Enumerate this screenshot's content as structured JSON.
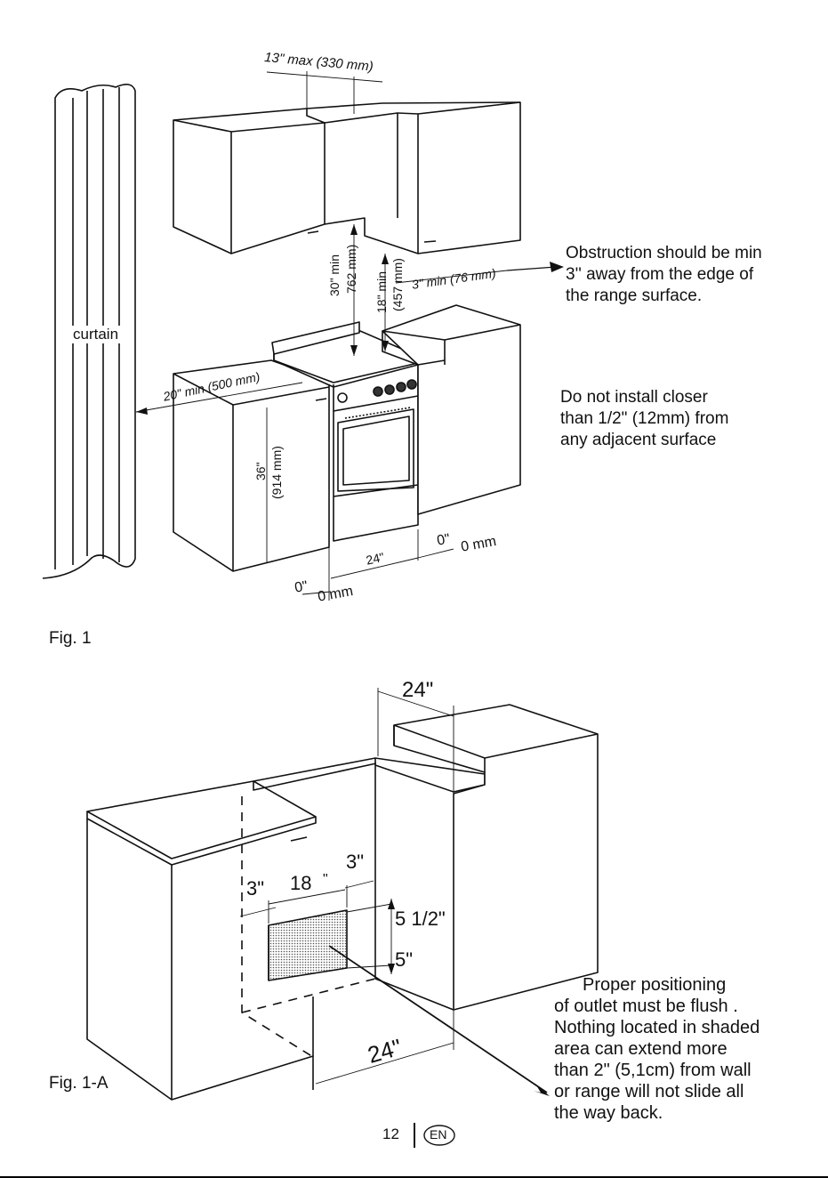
{
  "fig1": {
    "label": "Fig. 1",
    "curtain": "curtain",
    "dim_top": "13\" max (330 mm)",
    "dim_30": "30\" min",
    "dim_762": "762 mm)",
    "dim_18": "18\" min",
    "dim_457": "(457 mm)",
    "dim_3min": "3\" min (76 mm)",
    "dim_20": "20\" min (500 mm)",
    "dim_36": "36\"",
    "dim_914": "(914 mm)",
    "dim_24": "24\"",
    "dim_0r": "0\"",
    "dim_0mm_r": "0 mm",
    "dim_0l": "0\"",
    "dim_0mm_l": "0 mm",
    "note_obstruction": [
      "Obstruction should be min",
      "3'' away from the edge of",
      "the range surface."
    ],
    "note_install": [
      "Do not install closer",
      "than 1/2\" (12mm) from",
      "any adjacent surface"
    ]
  },
  "fig1a": {
    "label": "Fig. 1-A",
    "dim_24_top": "24\"",
    "dim_24_bottom": "24\"",
    "dim_3_left": "3\"",
    "dim_18": "18",
    "dim_18_quote": "\"",
    "dim_3_right": "3\"",
    "dim_5half": "5 1/2\"",
    "dim_5": "5\"",
    "note_outlet": [
      "Proper positioning",
      "of outlet must be flush .",
      "Nothing located in shaded",
      "area can extend more",
      "than 2\" (5,1cm) from wall",
      "or range will not slide all",
      "the way back."
    ]
  },
  "footer": {
    "page_number": "12",
    "language": "EN"
  }
}
